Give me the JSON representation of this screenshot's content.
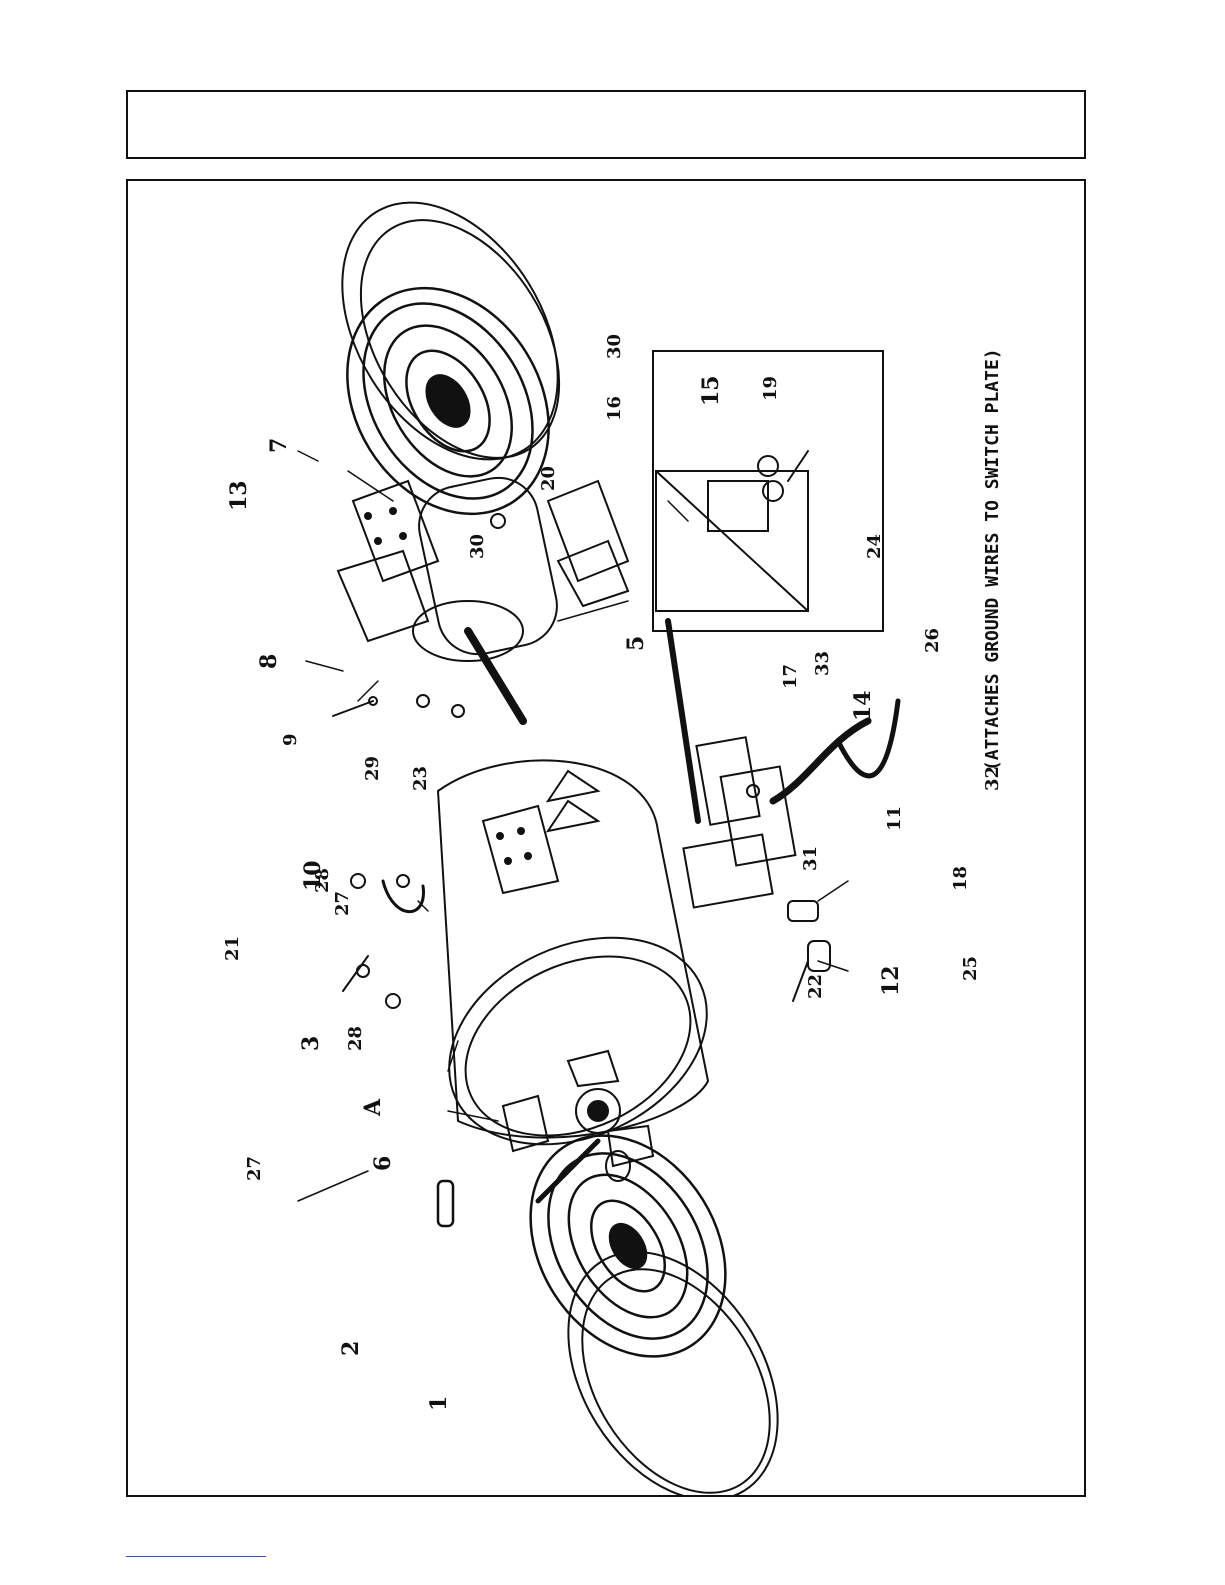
{
  "diagram": {
    "part_numbers": [
      "1",
      "2",
      "3",
      "A",
      "5",
      "6",
      "7",
      "8",
      "9",
      "10",
      "11",
      "12",
      "13",
      "14",
      "15",
      "16",
      "17",
      "18",
      "19",
      "20",
      "21",
      "22",
      "23",
      "24",
      "25",
      "26",
      "27",
      "27",
      "28",
      "28",
      "29",
      "30",
      "30",
      "31",
      "32",
      "33"
    ],
    "caption": "(ATTACHES GROUND WIRES TO SWITCH PLATE)"
  }
}
